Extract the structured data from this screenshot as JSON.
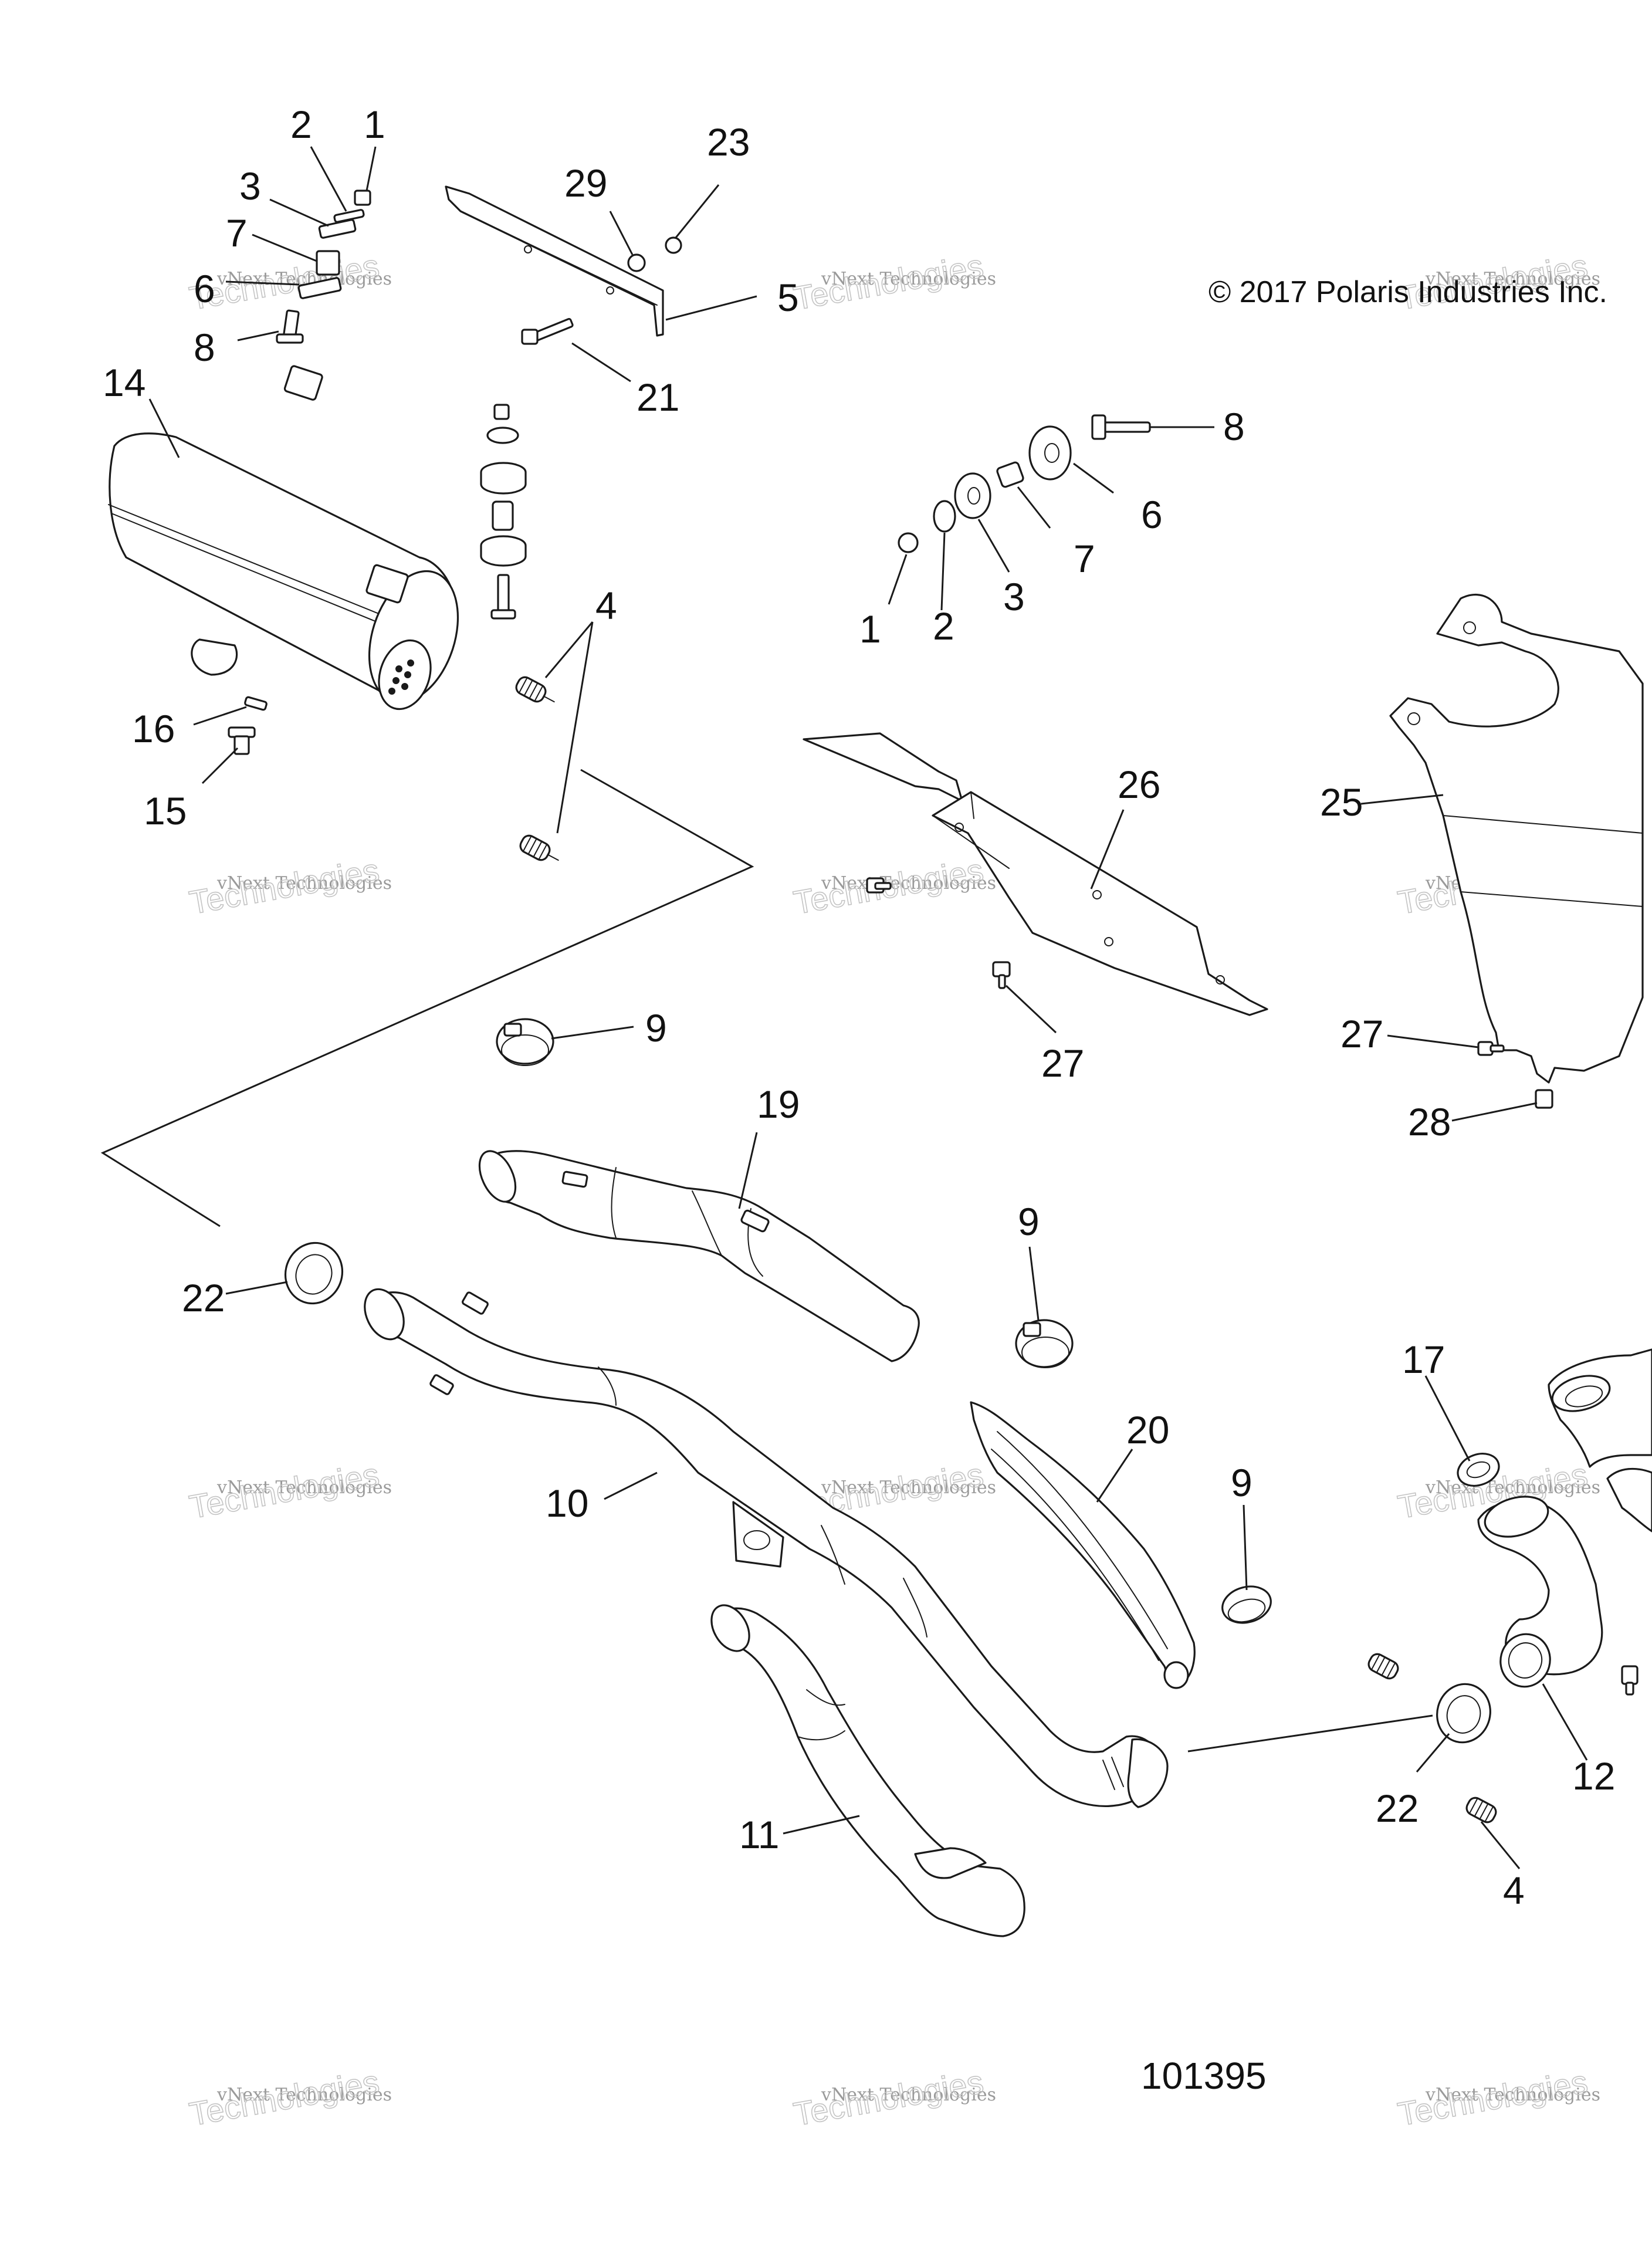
{
  "copyright": "© 2017 Polaris Industries Inc.",
  "reference_number": "101395",
  "watermark": {
    "line1": "vNext Technologies",
    "line2": "Technologies",
    "brand": "vNext"
  },
  "callouts": {
    "c1a": "1",
    "c2a": "2",
    "c3a": "3",
    "c7a": "7",
    "c6a": "6",
    "c8a": "8",
    "c14": "14",
    "c16": "16",
    "c15": "15",
    "c29": "29",
    "c23": "23",
    "c5": "5",
    "c21": "21",
    "c4a": "4",
    "c8b": "8",
    "c6b": "6",
    "c7b": "7",
    "c1b": "1",
    "c2b": "2",
    "c3b": "3",
    "c26": "26",
    "c27a": "27",
    "c25": "25",
    "c27b": "27",
    "c28": "28",
    "c9a": "9",
    "c19": "19",
    "c9b": "9",
    "c22a": "22",
    "c10": "10",
    "c20": "20",
    "c9c": "9",
    "c17": "17",
    "c11": "11",
    "c22b": "22",
    "c12": "12",
    "c4b": "4"
  }
}
